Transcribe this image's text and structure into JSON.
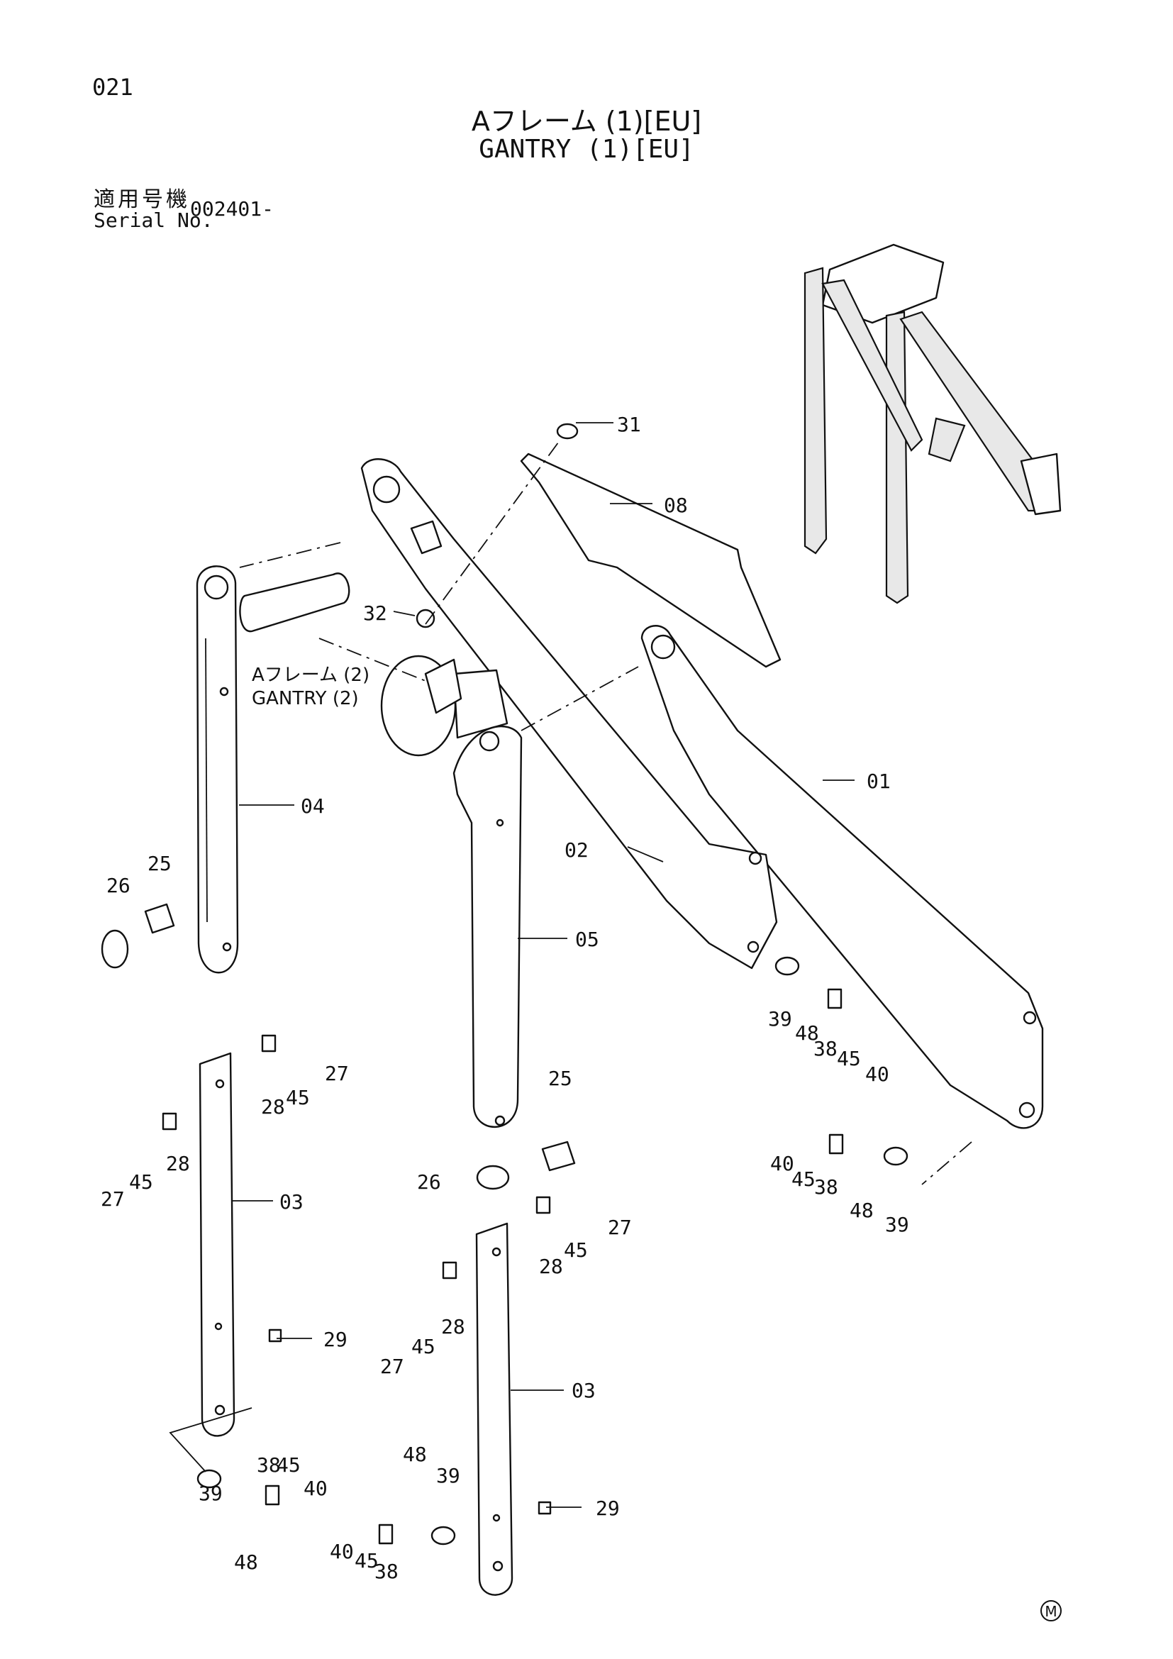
{
  "page_number": "021",
  "title_jp": "Aフレーム (1)[EU]",
  "title_en": "GANTRY (1)[EU]",
  "serial": {
    "label_jp": "適用号機",
    "label_en": "Serial No.",
    "value": "002401-"
  },
  "reference": {
    "line1": "Aフレーム (2)",
    "line2": "GANTRY (2)"
  },
  "part_labels": {
    "p01": "01",
    "p02": "02",
    "p03a": "03",
    "p03b": "03",
    "p04": "04",
    "p05": "05",
    "p08": "08",
    "p25a": "25",
    "p25b": "25",
    "p26a": "26",
    "p26b": "26",
    "p27a": "27",
    "p27b": "27",
    "p27c": "27",
    "p27d": "27",
    "p28a": "28",
    "p28b": "28",
    "p28c": "28",
    "p28d": "28",
    "p29a": "29",
    "p29b": "29",
    "p31": "31",
    "p32": "32",
    "p38a": "38",
    "p38b": "38",
    "p38c": "38",
    "p38d": "38",
    "p39a": "39",
    "p39b": "39",
    "p39c": "39",
    "p39d": "39",
    "p40a": "40",
    "p40b": "40",
    "p40c": "40",
    "p40d": "40",
    "p45a": "45",
    "p45b": "45",
    "p45c": "45",
    "p45d": "45",
    "p45e": "45",
    "p45f": "45",
    "p45g": "45",
    "p45h": "45",
    "p48a": "48",
    "p48b": "48",
    "p48c": "48",
    "p48d": "48"
  },
  "mark": "M"
}
